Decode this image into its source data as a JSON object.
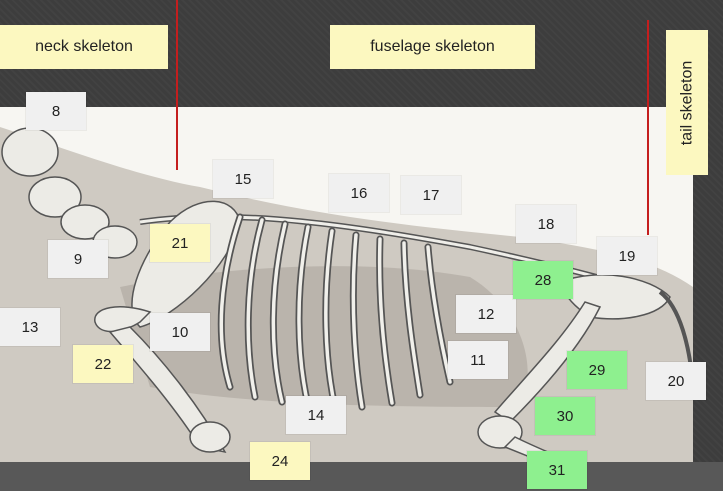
{
  "regions": {
    "neck": "neck skeleton",
    "fuselage": "fuselage skeleton",
    "tail": "tail skeleton"
  },
  "labels": {
    "l8": "8",
    "l9": "9",
    "l10": "10",
    "l11": "11",
    "l12": "12",
    "l13": "13",
    "l14": "14",
    "l15": "15",
    "l16": "16",
    "l17": "17",
    "l18": "18",
    "l19": "19",
    "l20": "20",
    "l21": "21",
    "l22": "22",
    "l24": "24",
    "l28": "28",
    "l29": "29",
    "l30": "30",
    "l31": "31"
  },
  "colors": {
    "background": "#3d3d3d",
    "region_box": "#fcf8c0",
    "divider_line": "#c41e1e",
    "grey_label": "#f0f0f0",
    "yellow_label": "#fcf8c0",
    "green_label": "#8ef08f"
  }
}
